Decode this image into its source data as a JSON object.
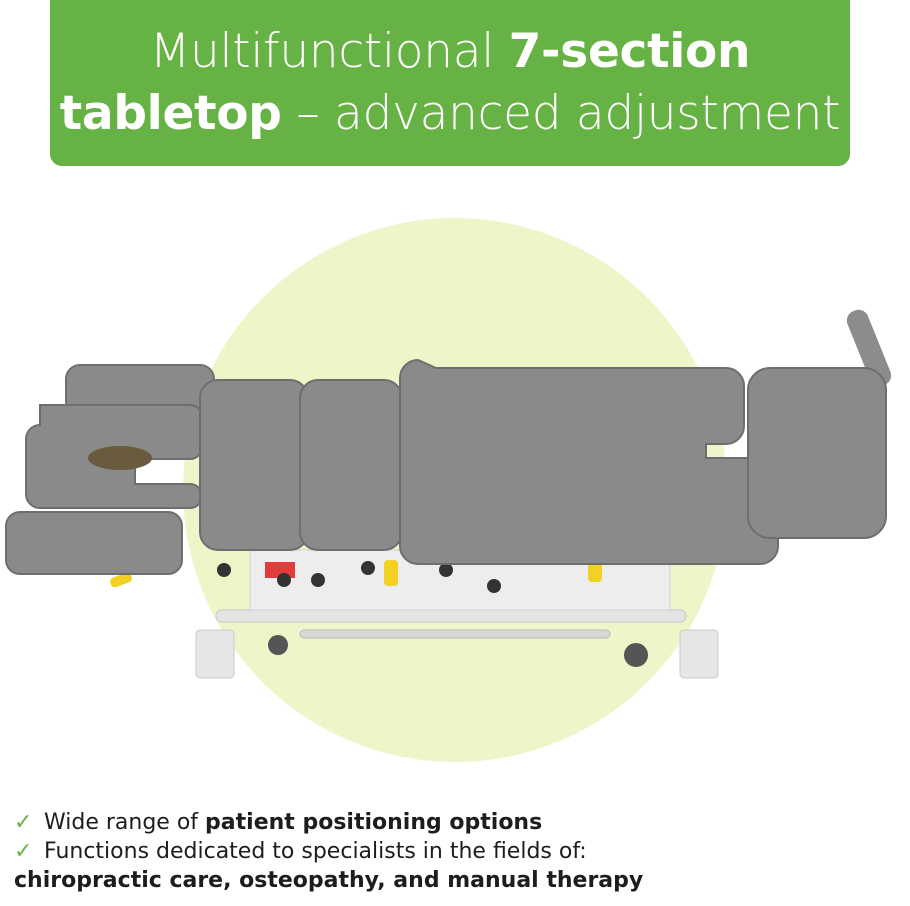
{
  "banner": {
    "line1_light": "Multifunctional ",
    "line1_bold": "7-section",
    "line2_bold": "tabletop",
    "line2_light": " – advanced adjustment",
    "bg_color": "#66b245",
    "text_color": "#ffffff"
  },
  "product_image": {
    "description_icon": "treatment-table-image",
    "circle_color": "#eef5c8",
    "cushion_color": "#8a8a8a",
    "frame_color": "#e9e9e9",
    "accent_color": "#f2d024"
  },
  "features": {
    "check_icon": "check-icon",
    "check_color": "#6cb34a",
    "items": [
      {
        "light": "Wide range of ",
        "bold": "patient positioning options"
      },
      {
        "light": "Functions dedicated to specialists in the fields of:",
        "bold": "chiropractic care, osteopathy, and manual therapy"
      }
    ]
  }
}
